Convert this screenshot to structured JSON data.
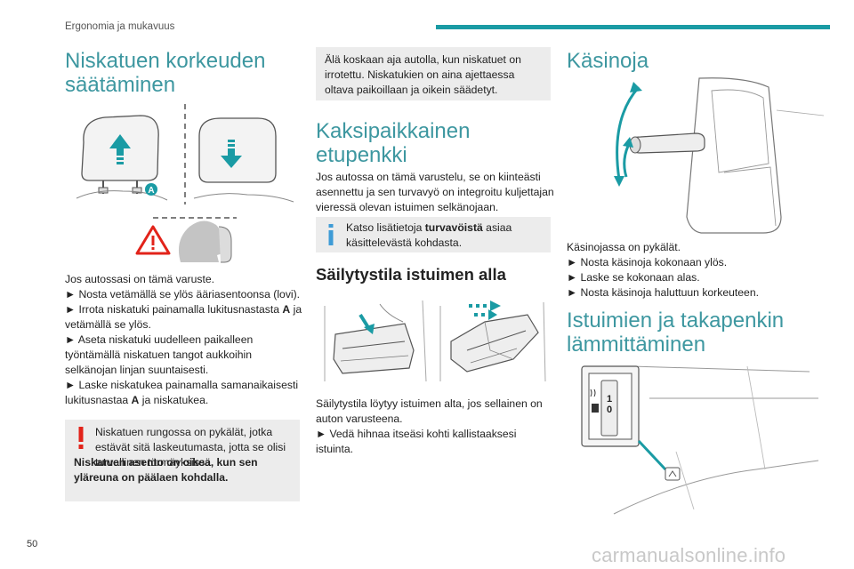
{
  "header": {
    "section": "Ergonomia ja mukavuus"
  },
  "col1": {
    "title_line1": "Niskatuen korkeuden",
    "title_line2": "säätäminen",
    "figure_label_a": "A",
    "para_intro": "Jos autossasi on tämä varuste.",
    "step1": "Nosta vetämällä se ylös ääriasentoonsa (lovi).",
    "step2_before": "Irrota niskatuki painamalla lukitusnastasta ",
    "step2_bold": "A",
    "step2_after": " ja vetämällä se ylös.",
    "step3": "Aseta niskatuki uudelleen paikalleen työntämällä niskatuen tangot aukkoihin selkänojan linjan suuntaisesti.",
    "step4_before": "Laske niskatukea painamalla samanaikaisesti lukitusnastaa ",
    "step4_bold": "A",
    "step4_after": " ja niskatukea.",
    "warning_text": "Niskatuen rungossa on pykälät, jotka estävät sitä laskeutumasta, jotta se olisi turvallinen törmäyksissä.",
    "warning_bold": "Niskatuen asento on oikea, kun sen yläreuna on päälaen kohdalla."
  },
  "col2": {
    "warning_box": "Älä koskaan aja autolla, kun niskatuet on irrotettu. Niskatukien on aina ajettaessa oltava paikoillaan ja oikein säädetyt.",
    "title_line1": "Kaksipaikkainen",
    "title_line2": "etupenkki",
    "para": "Jos autossa on tämä varustelu, se on kiinteästi asennettu ja sen turvavyö on integroitu kuljettajan vieressä olevan istuimen selkänojaan.",
    "info_before": "Katso lisätietoja ",
    "info_bold": "turvavöistä",
    "info_after": " asiaa käsittelevästä kohdasta.",
    "h2": "Säilytystila istuimen alla",
    "para2": "Säilytystila löytyy istuimen alta, jos sellainen on auton varusteena.",
    "step": "Vedä hihnaa itseäsi kohti kallistaaksesi istuinta."
  },
  "col3": {
    "title": "Käsinoja",
    "para": "Käsinojassa on pykälät.",
    "steps": [
      "Nosta käsinoja kokonaan ylös.",
      "Laske se kokonaan alas.",
      "Nosta käsinoja haluttuun korkeuteen."
    ],
    "title2_line1": "Istuimien ja takapenkin",
    "title2_line2": "lämmittäminen",
    "switch_top": "1",
    "switch_bottom": "0"
  },
  "footer": {
    "page_number": "50",
    "watermark": "carmanualsonline.info"
  },
  "colors": {
    "accent": "#1a9ba4",
    "heading": "#3d97a0",
    "warning": "#e2231a",
    "info": "#3e9bd6",
    "box_bg": "#ececec"
  }
}
